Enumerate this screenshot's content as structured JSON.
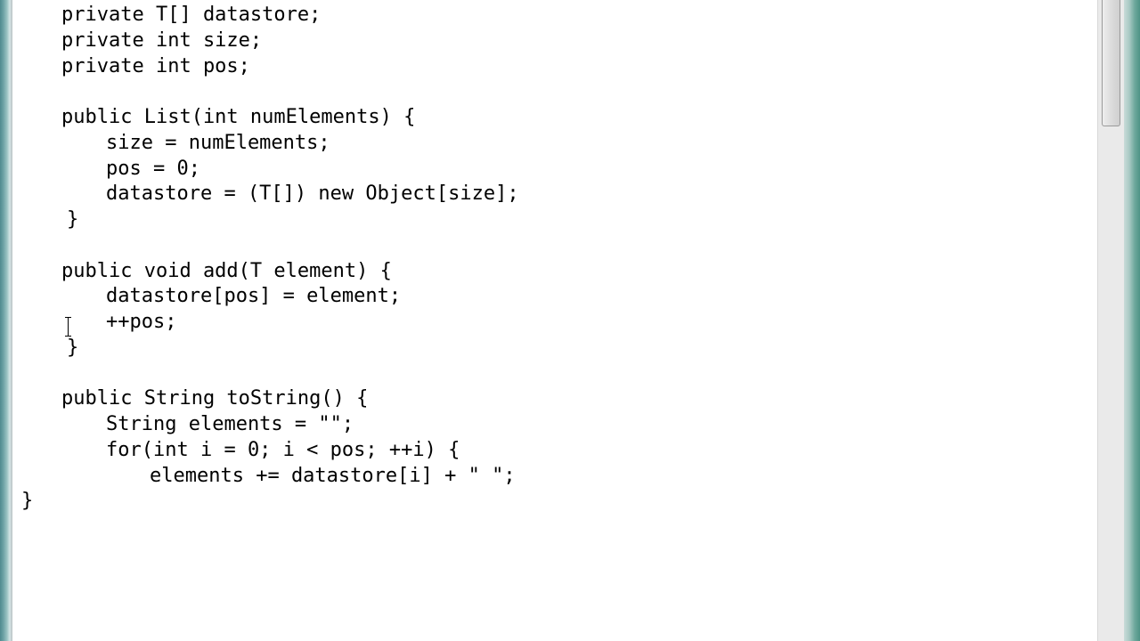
{
  "editor": {
    "lines": [
      "private T[] datastore;",
      "private int size;",
      "private int pos;",
      "",
      "public List(int numElements) {",
      "size = numElements;",
      "pos = 0;",
      "datastore = (T[]) new Object[size];",
      "}",
      "",
      "public void add(T element) {",
      "datastore[pos] = element;",
      "++pos;",
      "}",
      "",
      "public String toString() {",
      "String elements = \"\";",
      "for(int i = 0; i < pos; ++i) {",
      "elements += datastore[i] + \" \";",
      "}"
    ]
  },
  "mouse_cursor": "i-beam-cursor-icon",
  "colors": {
    "background": "#ffffff",
    "text": "#000000",
    "scrollbar_track": "#eaeaea"
  }
}
